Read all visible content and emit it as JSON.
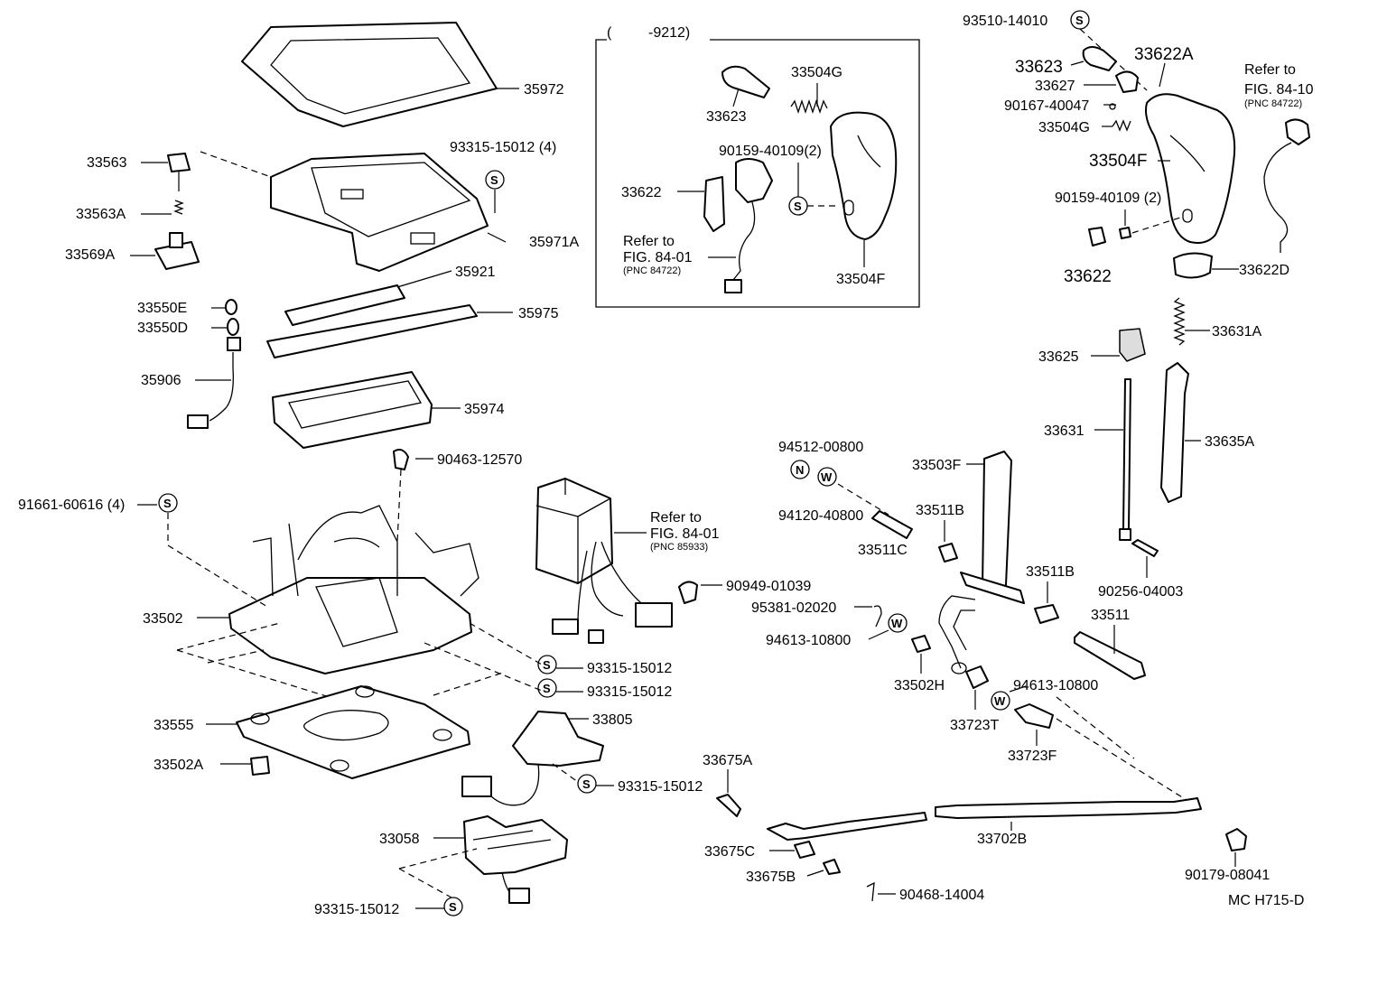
{
  "inset_header": {
    "open": "(",
    "date_range": "-9212)"
  },
  "labels": {
    "p35972": "35972",
    "p33563": "33563",
    "p33563A": "33563A",
    "p33569A": "33569A",
    "p93315_15012_4": "93315-15012 (4)",
    "p35971A": "35971A",
    "p35921": "35921",
    "p33550E": "33550E",
    "p33550D": "33550D",
    "p35975": "35975",
    "p35906": "35906",
    "p35974": "35974",
    "p90463_12570": "90463-12570",
    "p91661_60616_4": "91661-60616 (4)",
    "p33502": "33502",
    "p93315_15012_a": "93315-15012",
    "p93315_15012_b": "93315-15012",
    "p33555": "33555",
    "p33805": "33805",
    "p33502A": "33502A",
    "p93315_15012_c": "93315-15012",
    "p33058": "33058",
    "p93315_15012_d": "93315-15012",
    "ref_8401_b_line1": "Refer to",
    "ref_8401_b_line2": "FIG. 84-01",
    "ref_8401_b_pnc": "(PNC 85933)",
    "p90949_01039": "90949-01039",
    "p95381_02020": "95381-02020",
    "p94613_10800_a": "94613-10800",
    "p94512_00800": "94512-00800",
    "p94120_40800": "94120-40800",
    "p33511C": "33511C",
    "p33503F": "33503F",
    "p33511B_a": "33511B",
    "p33511B_b": "33511B",
    "p33502H": "33502H",
    "p33723T": "33723T",
    "p33723F": "33723F",
    "p94613_10800_b": "94613-10800",
    "p33511": "33511",
    "p90256_04003": "90256-04003",
    "p33631": "33631",
    "p33635A": "33635A",
    "p33625": "33625",
    "p33631A": "33631A",
    "p33675A": "33675A",
    "p33675C": "33675C",
    "p33675B": "33675B",
    "p90468_14004": "90468-14004",
    "p33702B": "33702B",
    "p90179_08041": "90179-08041",
    "code": "MC H715-D",
    "in_33623": "33623",
    "in_33504G": "33504G",
    "in_90159": "90159-40109(2)",
    "in_33622": "33622",
    "in_ref_line1": "Refer to",
    "in_ref_line2": "FIG. 84-01",
    "in_ref_pnc": "(PNC 84722)",
    "in_33504F": "33504F",
    "r_93510": "93510-14010",
    "r_33623": "33623",
    "r_33627": "33627",
    "r_90167": "90167-40047",
    "r_33504G": "33504G",
    "r_33622A": "33622A",
    "r_33504F": "33504F",
    "r_90159": "90159-40109 (2)",
    "r_33622": "33622",
    "r_33622D": "33622D",
    "ref_8410_line1": "Refer to",
    "ref_8410_line2": "FIG. 84-10",
    "ref_8410_pnc": "(PNC 84722)"
  },
  "symbols": {
    "s": "S",
    "n": "N",
    "w": "W"
  }
}
